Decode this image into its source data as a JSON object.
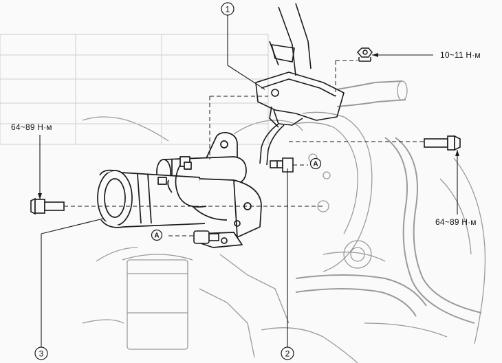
{
  "callouts": {
    "c1": "1",
    "c2": "2",
    "c3": "3"
  },
  "refs": {
    "a_upper": "A",
    "a_lower": "A"
  },
  "torques": {
    "top_nut": "10~11 Н·м",
    "left_bolt": "64~89 Н·м",
    "right_bolt": "64~89 Н·м"
  },
  "colors": {
    "line": "#1a1a1a",
    "ghost": "#9a9a9a",
    "paper": "#fafafa"
  }
}
